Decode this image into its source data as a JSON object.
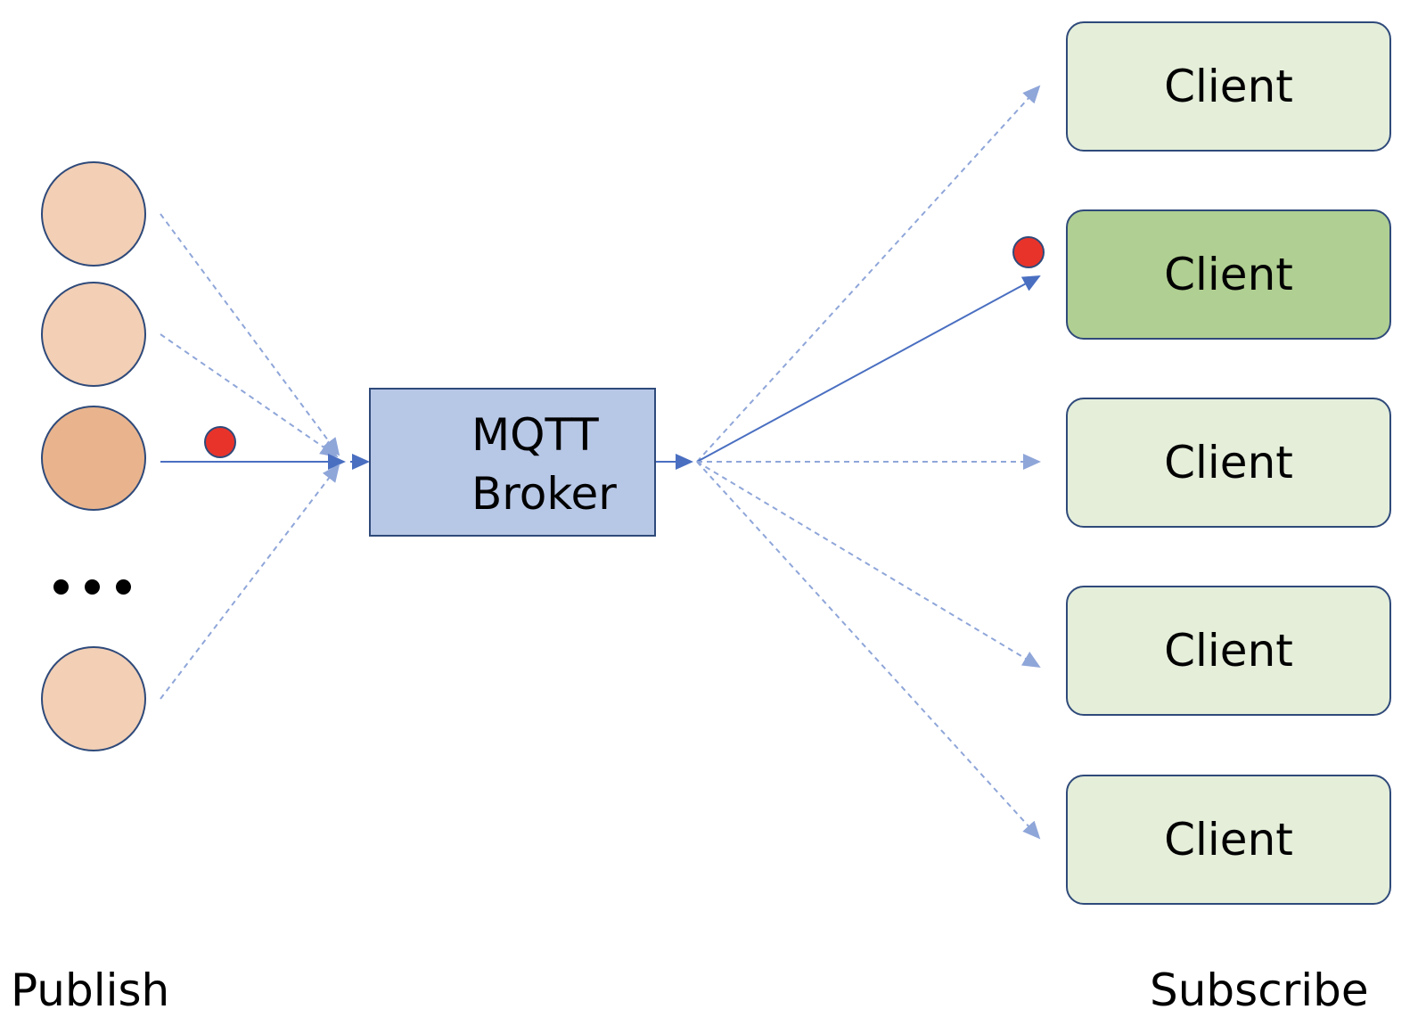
{
  "broker": {
    "line1": "MQTT",
    "line2": "Broker"
  },
  "clients": [
    {
      "label": "Client",
      "highlighted": false
    },
    {
      "label": "Client",
      "highlighted": true
    },
    {
      "label": "Client",
      "highlighted": false
    },
    {
      "label": "Client",
      "highlighted": false
    },
    {
      "label": "Client",
      "highlighted": false
    }
  ],
  "labels": {
    "publish": "Publish",
    "subscribe": "Subscribe"
  },
  "colors": {
    "publisher_fill": "#f2cfb5",
    "active_publisher_fill": "#e9b48d",
    "broker_fill": "#b7c7e6",
    "client_fill": "#e4eed9",
    "active_client_fill": "#b0cf92",
    "message_dot": "#e8332b",
    "arrow": "#4a6fc1",
    "arrow_dashed": "#8fa6d9",
    "outline": "#2f4a7a"
  }
}
